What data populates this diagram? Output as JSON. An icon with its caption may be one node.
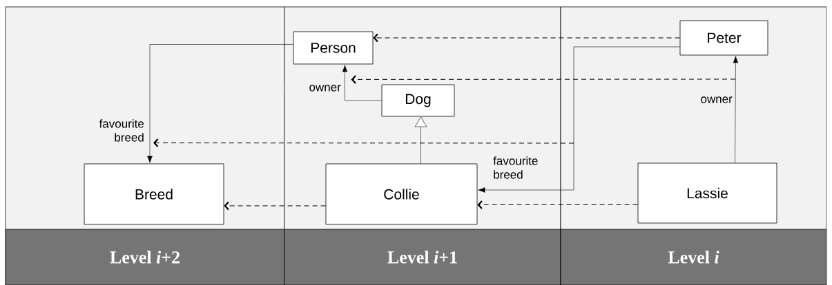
{
  "diagram": {
    "nodes": [
      {
        "text": [
          "Level *i*+2"
        ]
      },
      {
        "text": [
          "Level *i*+1"
        ]
      },
      {
        "text": [
          "Level *i*"
        ]
      },
      {
        "text": [
          "Person"
        ],
        "in": 1
      },
      {
        "text": [
          "Peter"
        ],
        "in": 2
      },
      {
        "text": [
          "Dog"
        ],
        "in": 1
      },
      {
        "text": [
          "Breed"
        ],
        "in": 0
      },
      {
        "text": [
          "Collie"
        ],
        "in": 1
      },
      {
        "text": [
          "Lassie"
        ],
        "in": 2
      }
    ],
    "edges": [
      {
        "from": 4,
        "to": 3,
        "arrow": "to",
        "style": "dashed"
      },
      {
        "from": 3,
        "to": 6,
        "arrow": "to",
        "label": "favourite breed"
      },
      {
        "from": 5,
        "to": 3,
        "arrow": "to",
        "label": "owner"
      },
      {
        "from": 7,
        "to": 5,
        "arrow": "to"
      },
      {
        "from": 7,
        "to": 6,
        "arrow": "to",
        "style": "dashed"
      },
      {
        "from": 8,
        "to": 7,
        "arrow": "to",
        "style": "dashed"
      },
      {
        "from": 4,
        "to": 7,
        "arrow": "to",
        "label": "favourite breed"
      },
      {
        "from": 8,
        "to": 4,
        "arrow": "to",
        "label": "owner"
      },
      {
        "from": null,
        "to": 3,
        "arrow": "to",
        "style": "dashed"
      },
      {
        "from": null,
        "to": 6,
        "arrow": "to",
        "style": "dashed"
      }
    ]
  }
}
